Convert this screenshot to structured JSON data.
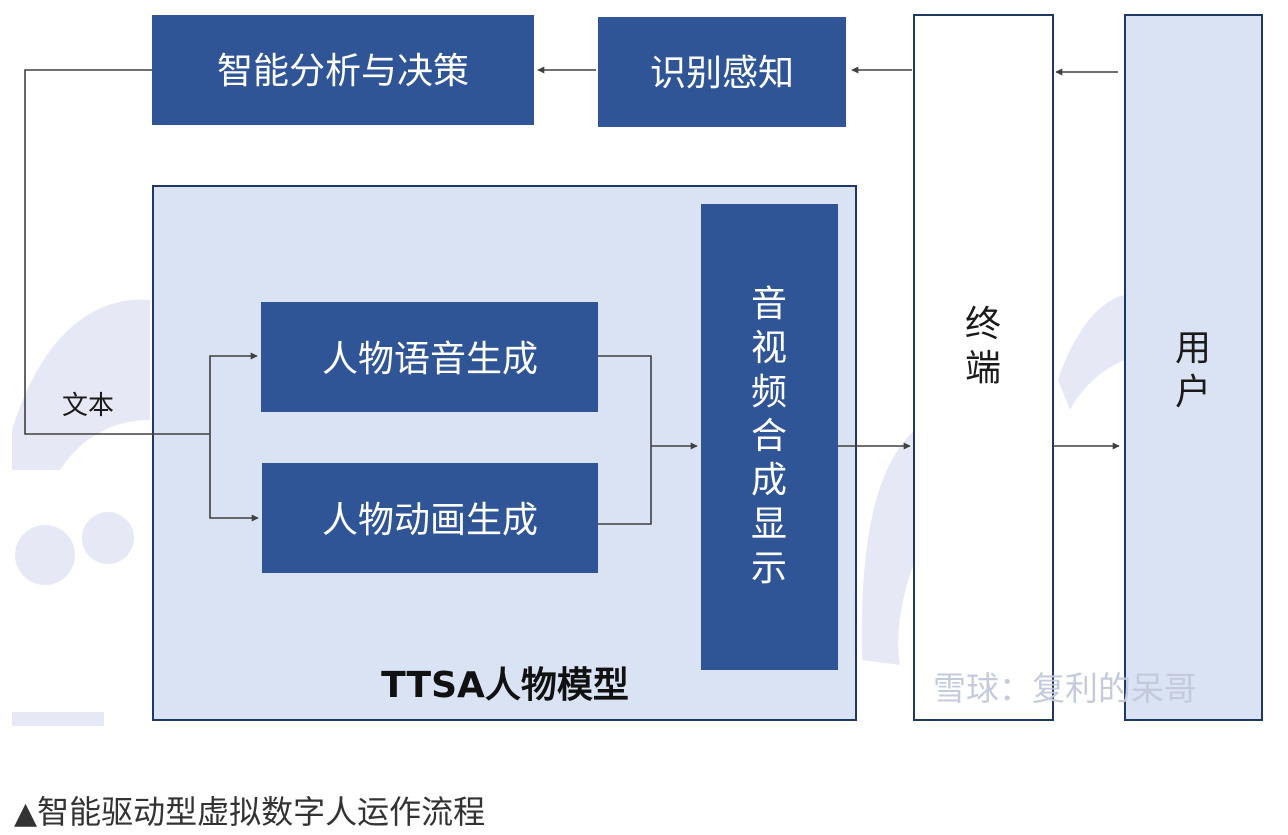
{
  "diagram": {
    "nodes": {
      "analysis": "智能分析与决策",
      "perception": "识别感知",
      "speech": "人物语音生成",
      "animation": "人物动画生成",
      "av_display": "音视频合成显示",
      "terminal": "终端",
      "user": "用户",
      "model": "TTSA人物模型"
    },
    "edge_labels": {
      "text": "文本"
    },
    "watermark": "雪球：复利的呆哥"
  },
  "caption": {
    "marker": "▲",
    "text": "智能驱动型虚拟数字人运作流程"
  },
  "colors": {
    "block_fill": "#2f5597",
    "block_text": "#ffffff",
    "panel_fill": "#dae3f3",
    "panel_stroke": "#1f3864",
    "line": "#404040",
    "watermark": "#c9d0e8"
  }
}
